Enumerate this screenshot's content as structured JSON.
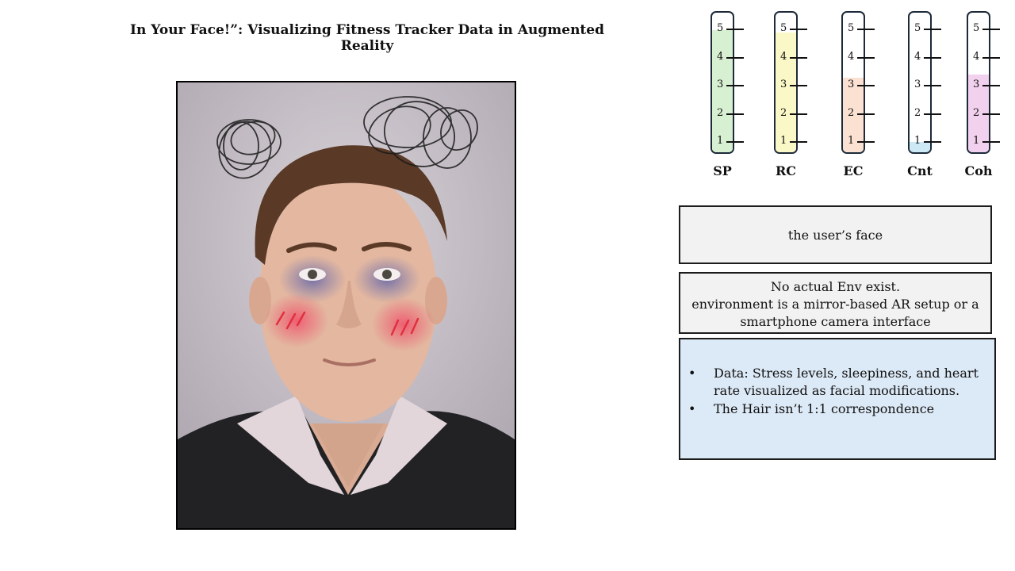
{
  "title": "In Your Face!”: Visualizing Fitness Tracker Data in Augmented Reality",
  "photo": {
    "description_icon": "face-with-ar-overlays-image",
    "overlay_colors": {
      "eye_shadow": "#6a6fb0",
      "cheek_blush": "#f0506a",
      "hair_scribble": "#1a1a1a"
    }
  },
  "scales": [
    {
      "label": "SP",
      "level": 4.4,
      "color": "#d8f0d2",
      "ticks": [
        "5",
        "4",
        "3",
        "2",
        "1"
      ]
    },
    {
      "label": "RC",
      "level": 4.3,
      "color": "#fbf8c8",
      "ticks": [
        "5",
        "4",
        "3",
        "2",
        "1"
      ]
    },
    {
      "label": "EC",
      "level": 2.7,
      "color": "#fbe1d2",
      "ticks": [
        "5",
        "4",
        "3",
        "2",
        "1"
      ]
    },
    {
      "label": "Cnt",
      "level": 0.6,
      "color": "#cde9f6",
      "ticks": [
        "5",
        "4",
        "3",
        "2",
        "1"
      ]
    },
    {
      "label": "Coh",
      "level": 2.8,
      "color": "#f1d1ee",
      "ticks": [
        "5",
        "4",
        "3",
        "2",
        "1"
      ]
    }
  ],
  "boxes": {
    "reference": "the user’s face",
    "environment_line1": "No actual Env exist.",
    "environment_line2": "environment is a mirror-based AR setup or a smartphone camera interface",
    "notes": [
      "Data: Stress levels, sleepiness, and heart rate visualized as facial modifications.",
      "The Hair isn’t 1:1 correspondence"
    ],
    "bullet": "•"
  }
}
